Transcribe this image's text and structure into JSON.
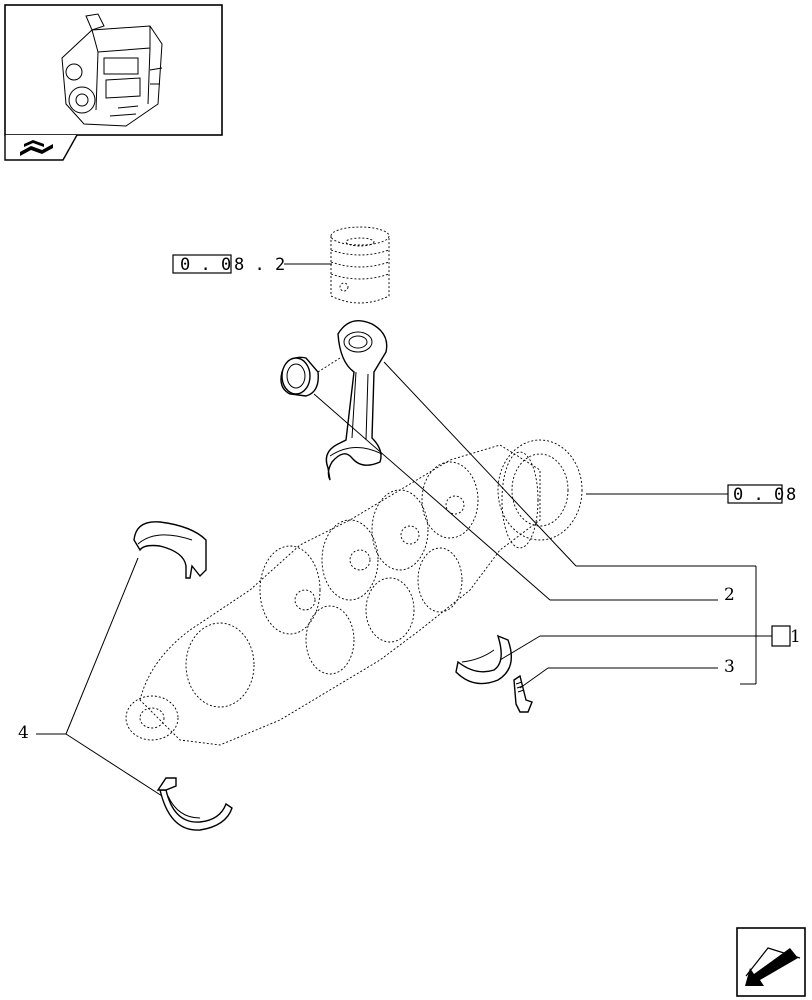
{
  "thumbnail": {
    "icon": "engine-thumbnail"
  },
  "nav": {
    "back_icon": "arrow-back-icon",
    "next_icon": "arrow-next-icon"
  },
  "refs": {
    "piston_ref_boxed": "0 . 0",
    "piston_ref_rest": "8 . 2",
    "crank_ref_boxed": "0 . 0",
    "crank_ref_rest": "8",
    "kit_box_label": "1"
  },
  "callouts": {
    "bushing": "2",
    "bolt": "3",
    "main_bearings": "4"
  }
}
